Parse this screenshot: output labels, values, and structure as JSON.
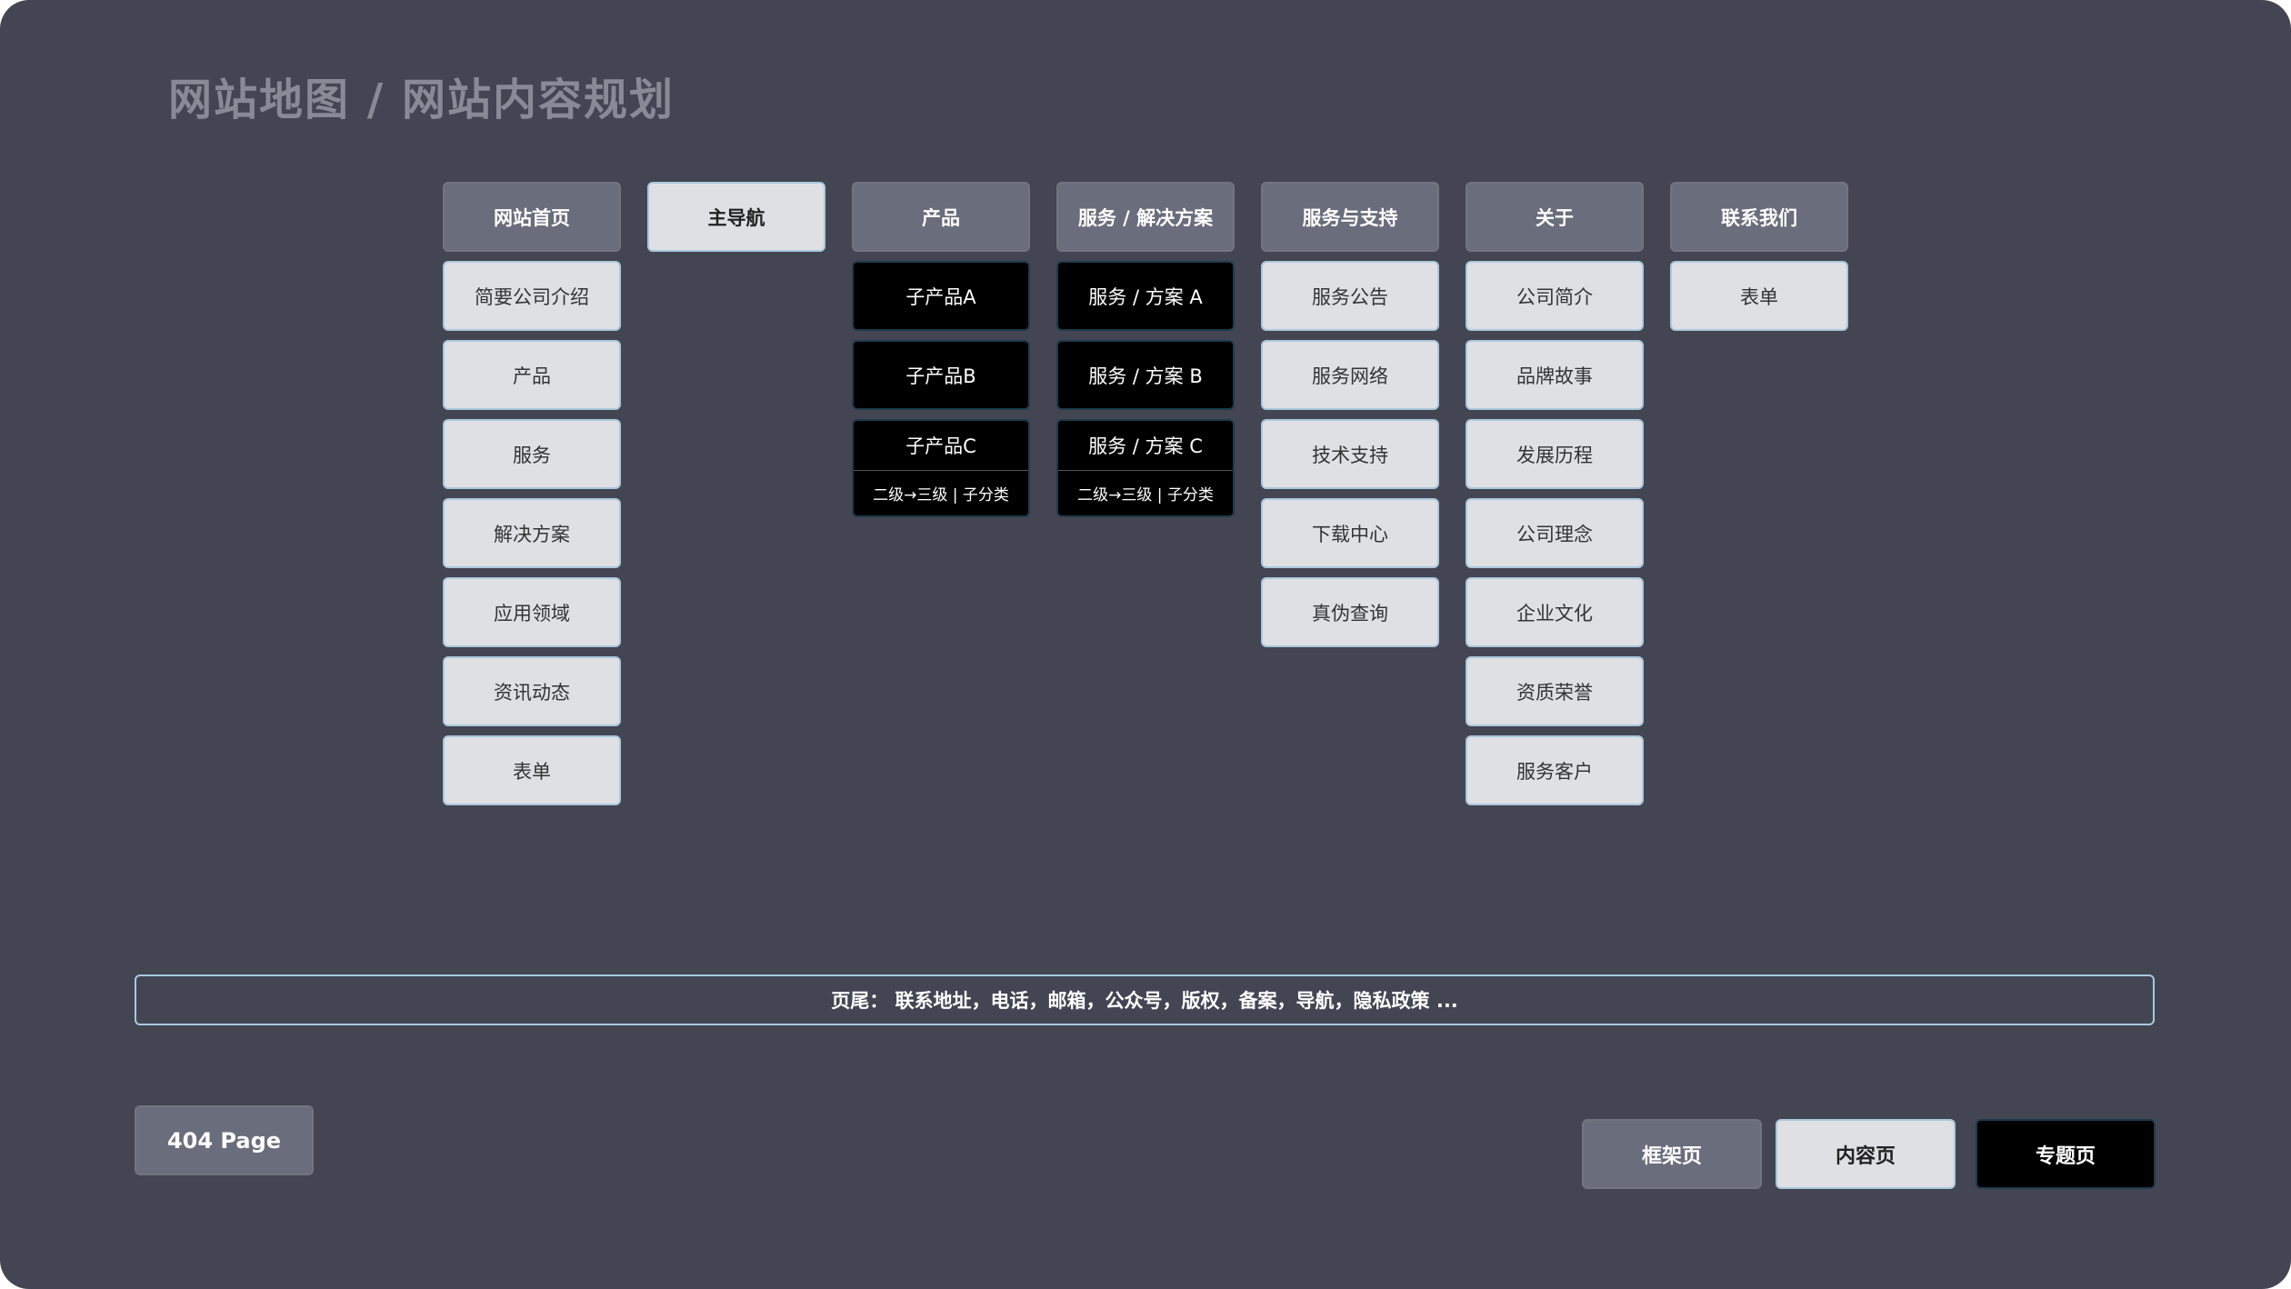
{
  "title": "网站地图 / 网站内容规划",
  "columns": [
    {
      "header": "网站首页",
      "header_style": "head",
      "items": [
        "简要公司介绍",
        "产品",
        "服务",
        "解决方案",
        "应用领域",
        "资讯动态",
        "表单"
      ]
    },
    {
      "header": "主导航",
      "header_style": "head-light",
      "items": []
    },
    {
      "header": "产品",
      "header_style": "head",
      "dark_items": [
        "子产品A",
        "子产品B"
      ],
      "split_item": {
        "top": "子产品C",
        "bottom": "二级→三级 | 子分类"
      }
    },
    {
      "header": "服务 / 解决方案",
      "header_style": "head",
      "dark_items": [
        "服务 / 方案 A",
        "服务 / 方案 B"
      ],
      "split_item": {
        "top": "服务 / 方案 C",
        "bottom": "二级→三级 | 子分类"
      }
    },
    {
      "header": "服务与支持",
      "header_style": "head",
      "items": [
        "服务公告",
        "服务网络",
        "技术支持",
        "下载中心",
        "真伪查询"
      ]
    },
    {
      "header": "关于",
      "header_style": "head",
      "items": [
        "公司简介",
        "品牌故事",
        "发展历程",
        "公司理念",
        "企业文化",
        "资质荣誉",
        "服务客户"
      ]
    },
    {
      "header": "联系我们",
      "header_style": "head",
      "items": [
        "表单"
      ]
    }
  ],
  "footer": "页尾： 联系地址，电话，邮箱，公众号，版权，备案，导航，隐私政策 ...",
  "page_404": "404 Page",
  "legend": {
    "frame_page": "框架页",
    "content_page": "内容页",
    "topic_page": "专题页"
  },
  "colors": {
    "background": "#434553",
    "header_box": "#6a6d7b",
    "light_box": "#dfe0e4",
    "dark_box": "#000000",
    "border_accent": "#a9c8dc"
  }
}
